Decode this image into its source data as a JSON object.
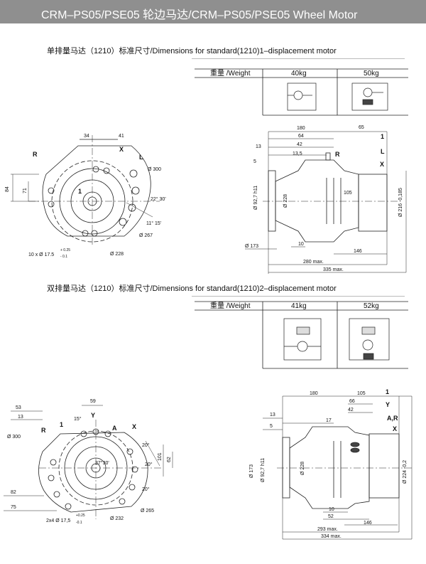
{
  "header": {
    "title": "CRM–PS05/PSE05 轮边马达/CRM–PS05/PSE05 Wheel Motor"
  },
  "section1": {
    "title": "单排量马达（1210）标准尺寸/Dimensions for standard(1210)1–displacement motor",
    "table": {
      "label": "重量 /Weight",
      "w1": "40kg",
      "w2": "50kg"
    },
    "front": {
      "d34": "34",
      "d41": "41",
      "R": "R",
      "X": "X",
      "L": "L",
      "one": "1",
      "d300": "Ø 300",
      "d84": "84",
      "d71": "71",
      "a2230": "22° 30'",
      "a1115": "11° 15'",
      "d267": "Ø 267",
      "d228": "Ø 228",
      "holes": "10 x Ø 17.5",
      "tolp": "+ 0.25",
      "tolm": "- 0.1"
    },
    "side": {
      "d180": "180",
      "d65": "65",
      "d64": "64",
      "d42": "42",
      "d13": "13",
      "d135": "13,5",
      "d5": "5",
      "one": "1",
      "R": "R",
      "L": "L",
      "X": "X",
      "d105": "105",
      "d927": "Ø 92,7 h11",
      "d228": "Ø 228",
      "d216": "Ø 216 -0,185",
      "d173": "Ø 173",
      "d10": "10",
      "d146": "146",
      "d280": "280 max.",
      "d335": "335 max."
    }
  },
  "section2": {
    "title": "双排量马达（1210）标准尺寸/Dimensions for standard(1210)2–displacement motor",
    "table": {
      "label": "重量 /Weight",
      "w1": "41kg",
      "w2": "52kg"
    },
    "front": {
      "d53": "53",
      "d59": "59",
      "d13": "13",
      "a15": "15°",
      "Y": "Y",
      "d300": "Ø 300",
      "R": "R",
      "one": "1",
      "A": "A",
      "X": "X",
      "a20a": "20°",
      "a20b": "20°",
      "a20c": "20°",
      "d101": "101",
      "d62": "62",
      "a3730": "37°30'",
      "d82": "82",
      "d75": "75",
      "d265": "Ø 265",
      "d232": "Ø 232",
      "holes": "2x4 Ø 17,5",
      "tolp": "+0.25",
      "tolm": "-0.1"
    },
    "side": {
      "d180": "180",
      "d105": "105",
      "d66": "66",
      "d42": "42",
      "d13": "13",
      "d17": "17",
      "d5": "5",
      "one": "1",
      "Y": "Y",
      "AR": "A,R",
      "X": "X",
      "d173": "Ø 173",
      "d927": "Ø 92,7 h11",
      "d228": "Ø 228",
      "d224": "Ø 224 -0,2",
      "d10": "10",
      "d52": "52",
      "d146": "146",
      "d293": "293 max.",
      "d334": "334 max."
    }
  }
}
